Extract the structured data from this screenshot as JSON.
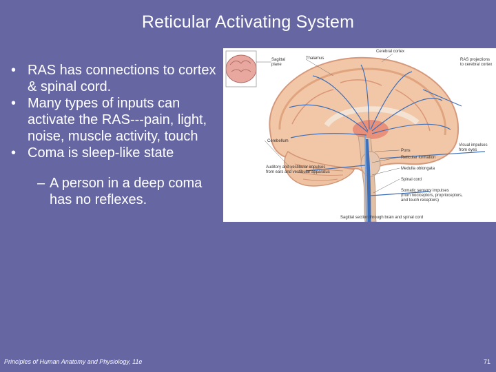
{
  "slide": {
    "title": "Reticular Activating System",
    "bullets": [
      {
        "text": "RAS has connections to cortex & spinal cord."
      },
      {
        "text": "Many types of inputs can activate the RAS---pain, light, noise, muscle activity, touch"
      },
      {
        "text": "Coma is sleep-like state"
      }
    ],
    "sub_bullet": "A person in a deep coma has no reflexes.",
    "footer": "Principles of Human Anatomy and Physiology, 11e",
    "page_number": "71"
  },
  "figure": {
    "labels": {
      "sagittal_plane": "Sagittal\nplane",
      "thalamus": "Thalamus",
      "cerebral_cortex": "Cerebral cortex",
      "ras_projections": "RAS projections\nto cerebral cortex",
      "cerebellum": "Cerebellum",
      "visual_impulses": "Visual impulses\nfrom eyes",
      "pons": "Pons",
      "reticular_formation": "Reticular formation",
      "auditory": "Auditory and vestibular impulses\nfrom ears and vestibular apparatus",
      "medulla": "Medulla oblongata",
      "spinal_cord": "Spinal cord",
      "somatic": "Somatic sensory impulses\n(from nociceptors, proprioceptors,\nand touch receptors)",
      "caption": "Sagittal section through brain and spinal cord"
    }
  }
}
